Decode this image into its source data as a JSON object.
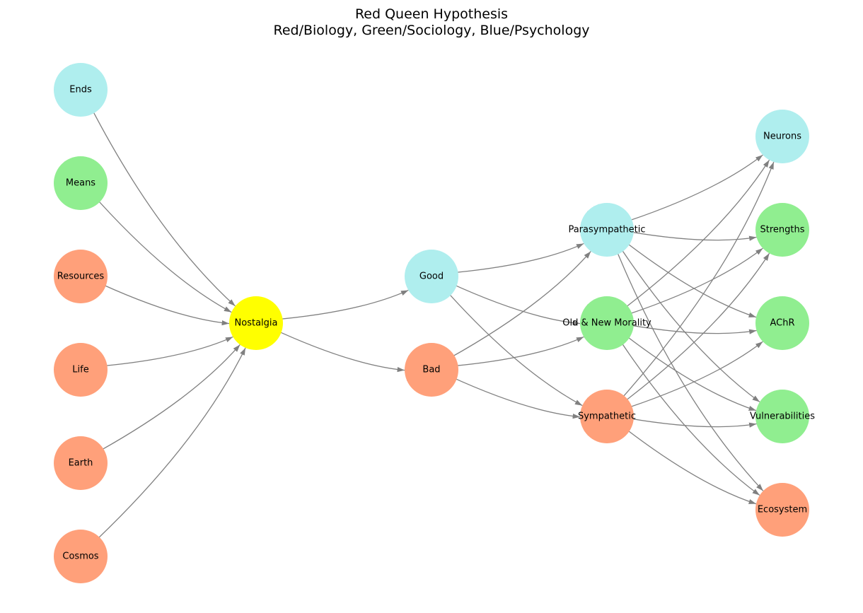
{
  "title": {
    "line1": "Red Queen Hypothesis",
    "line2": "Red/Biology, Green/Sociology, Blue/Psychology"
  },
  "colors": {
    "biology": "#ffa07a",
    "sociology": "#90ee90",
    "psychology": "#afeeee",
    "focus": "#ffff00",
    "edge": "#808080"
  },
  "nodes": [
    {
      "id": "ends",
      "label": "Ends",
      "category": "psychology"
    },
    {
      "id": "means",
      "label": "Means",
      "category": "sociology"
    },
    {
      "id": "resources",
      "label": "Resources",
      "category": "biology"
    },
    {
      "id": "life",
      "label": "Life",
      "category": "biology"
    },
    {
      "id": "earth",
      "label": "Earth",
      "category": "biology"
    },
    {
      "id": "cosmos",
      "label": "Cosmos",
      "category": "biology"
    },
    {
      "id": "nostalgia",
      "label": "Nostalgia",
      "category": "focus"
    },
    {
      "id": "good",
      "label": "Good",
      "category": "psychology"
    },
    {
      "id": "bad",
      "label": "Bad",
      "category": "biology"
    },
    {
      "id": "parasympathetic",
      "label": "Parasympathetic",
      "category": "psychology"
    },
    {
      "id": "morality",
      "label": "Old & New Morality",
      "category": "sociology"
    },
    {
      "id": "sympathetic",
      "label": "Sympathetic",
      "category": "biology"
    },
    {
      "id": "neurons",
      "label": "Neurons",
      "category": "psychology"
    },
    {
      "id": "strengths",
      "label": "Strengths",
      "category": "sociology"
    },
    {
      "id": "achr",
      "label": "AChR",
      "category": "sociology"
    },
    {
      "id": "vulnerabilities",
      "label": "Vulnerabilities",
      "category": "sociology"
    },
    {
      "id": "ecosystem",
      "label": "Ecosystem",
      "category": "biology"
    }
  ],
  "edges": [
    [
      "ends",
      "nostalgia"
    ],
    [
      "means",
      "nostalgia"
    ],
    [
      "resources",
      "nostalgia"
    ],
    [
      "life",
      "nostalgia"
    ],
    [
      "earth",
      "nostalgia"
    ],
    [
      "cosmos",
      "nostalgia"
    ],
    [
      "nostalgia",
      "good"
    ],
    [
      "nostalgia",
      "bad"
    ],
    [
      "good",
      "parasympathetic"
    ],
    [
      "good",
      "morality"
    ],
    [
      "good",
      "sympathetic"
    ],
    [
      "bad",
      "parasympathetic"
    ],
    [
      "bad",
      "morality"
    ],
    [
      "bad",
      "sympathetic"
    ],
    [
      "parasympathetic",
      "neurons"
    ],
    [
      "parasympathetic",
      "strengths"
    ],
    [
      "parasympathetic",
      "achr"
    ],
    [
      "parasympathetic",
      "vulnerabilities"
    ],
    [
      "parasympathetic",
      "ecosystem"
    ],
    [
      "morality",
      "neurons"
    ],
    [
      "morality",
      "strengths"
    ],
    [
      "morality",
      "achr"
    ],
    [
      "morality",
      "vulnerabilities"
    ],
    [
      "morality",
      "ecosystem"
    ],
    [
      "sympathetic",
      "neurons"
    ],
    [
      "sympathetic",
      "strengths"
    ],
    [
      "sympathetic",
      "achr"
    ],
    [
      "sympathetic",
      "vulnerabilities"
    ],
    [
      "sympathetic",
      "ecosystem"
    ]
  ]
}
